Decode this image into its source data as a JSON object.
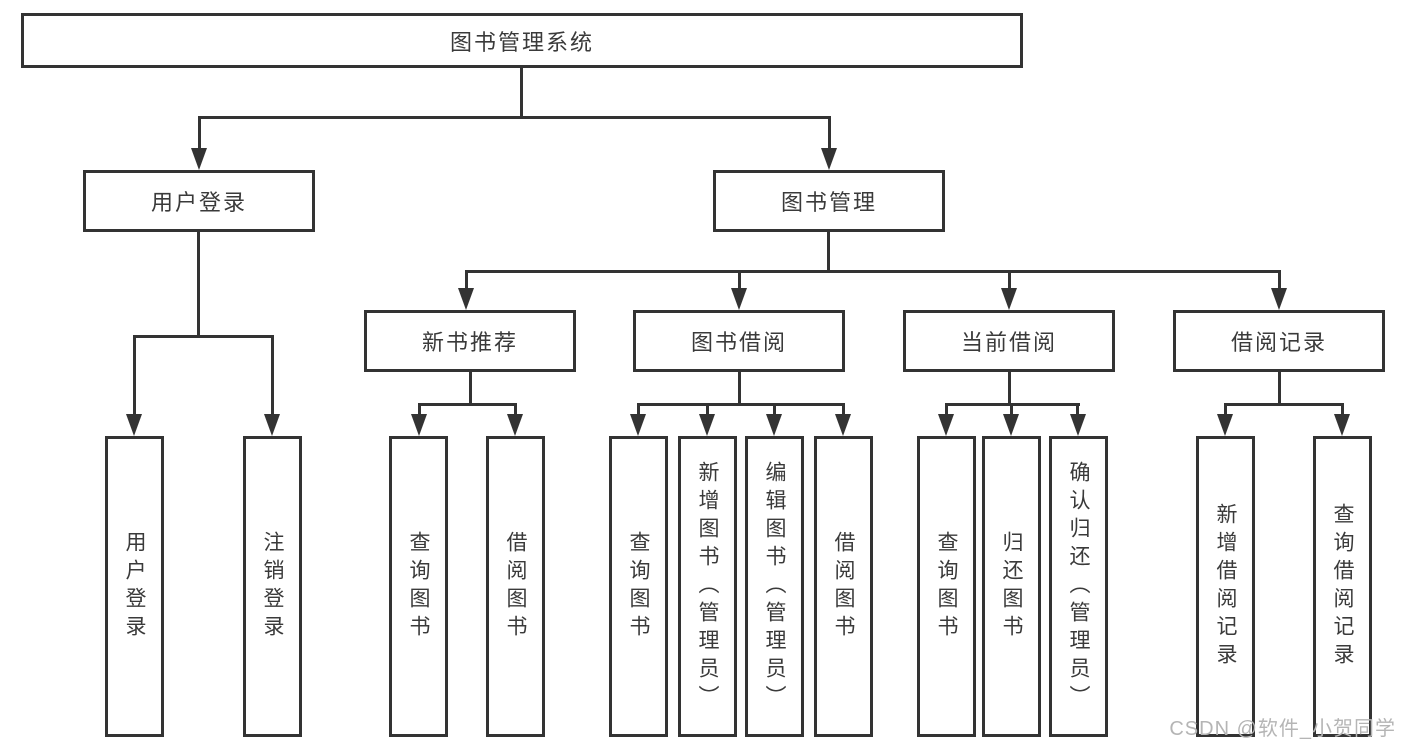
{
  "diagram": {
    "type": "hierarchy-tree",
    "root": {
      "label": "图书管理系统"
    },
    "level2": [
      {
        "id": "user-login",
        "label": "用户登录"
      },
      {
        "id": "book-management",
        "label": "图书管理"
      }
    ],
    "level3": [
      {
        "id": "new-book-recommendation",
        "label": "新书推荐",
        "parent": "book-management"
      },
      {
        "id": "book-borrowing",
        "label": "图书借阅",
        "parent": "book-management"
      },
      {
        "id": "current-borrowing",
        "label": "当前借阅",
        "parent": "book-management"
      },
      {
        "id": "borrowing-records",
        "label": "借阅记录",
        "parent": "book-management"
      }
    ],
    "leaves": [
      {
        "id": "user-login-leaf",
        "label": "用户登录",
        "parent": "user-login"
      },
      {
        "id": "logout",
        "label": "注销登录",
        "parent": "user-login"
      },
      {
        "id": "query-books-1",
        "label": "查询图书",
        "parent": "new-book-recommendation"
      },
      {
        "id": "borrow-books-1",
        "label": "借阅图书",
        "parent": "new-book-recommendation"
      },
      {
        "id": "query-books-2",
        "label": "查询图书",
        "parent": "book-borrowing"
      },
      {
        "id": "add-books-admin",
        "label": "新增图书（管理员）",
        "parent": "book-borrowing"
      },
      {
        "id": "edit-books-admin",
        "label": "编辑图书（管理员）",
        "parent": "book-borrowing"
      },
      {
        "id": "borrow-books-2",
        "label": "借阅图书",
        "parent": "book-borrowing"
      },
      {
        "id": "query-books-3",
        "label": "查询图书",
        "parent": "current-borrowing"
      },
      {
        "id": "return-books",
        "label": "归还图书",
        "parent": "current-borrowing"
      },
      {
        "id": "confirm-return-admin",
        "label": "确认归还（管理员）",
        "parent": "current-borrowing"
      },
      {
        "id": "add-borrow-record",
        "label": "新增借阅记录",
        "parent": "borrowing-records"
      },
      {
        "id": "query-borrow-record",
        "label": "查询借阅记录",
        "parent": "borrowing-records"
      }
    ],
    "watermark": "CSDN @软件_小贺同学",
    "colors": {
      "line": "#333333",
      "text": "#3a3a3a",
      "watermark": "#b5b5b5",
      "background": "#ffffff"
    }
  }
}
